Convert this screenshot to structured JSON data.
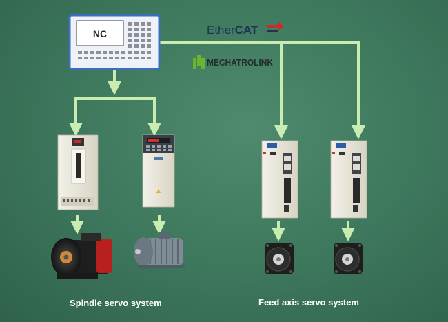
{
  "nc_controller": {
    "label": "NC"
  },
  "protocols": {
    "ethercat": {
      "prefix": "Ether",
      "suffix": "CAT"
    },
    "mechatrolink": {
      "label": "MECHATROLINK"
    }
  },
  "groups": {
    "spindle": {
      "label": "Spindle servo system"
    },
    "feed": {
      "label": "Feed axis servo system"
    }
  },
  "colors": {
    "line": "#c9ecb0",
    "ethercat_red": "#cc2b2b",
    "mechatrolink_green": "#6ab42e",
    "drive_body": "#ece9dd",
    "motor_black": "#1e1e1e",
    "spindle_motor_red": "#b82020",
    "induction_motor": "#6e7c86"
  }
}
